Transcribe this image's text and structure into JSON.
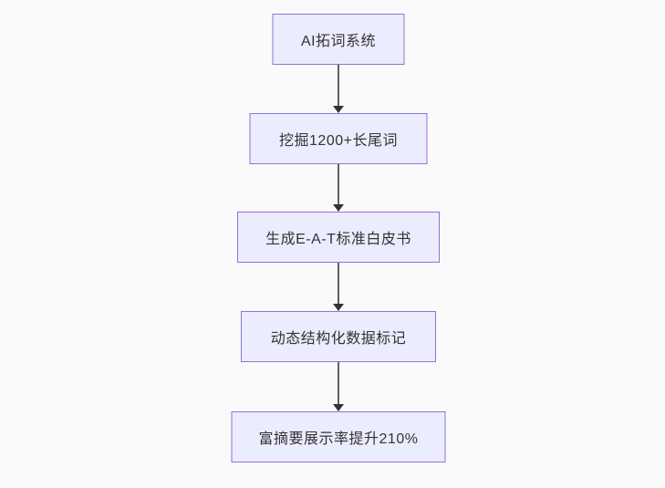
{
  "diagram": {
    "type": "flowchart",
    "direction": "top-to-bottom",
    "colors": {
      "background": "#fafafa",
      "node_fill": "#ececff",
      "node_border": "#9370db",
      "node_text": "#333333",
      "edge_line": "#616161",
      "edge_arrowhead": "#333333"
    },
    "nodes": [
      {
        "label": "AI拓词系统"
      },
      {
        "label": "挖掘1200+长尾词"
      },
      {
        "label": "生成E-A-T标准白皮书"
      },
      {
        "label": "动态结构化数据标记"
      },
      {
        "label": "富摘要展示率提升210%"
      }
    ],
    "edges": [
      {
        "from": 0,
        "to": 1,
        "style": "arrow-down"
      },
      {
        "from": 1,
        "to": 2,
        "style": "arrow-down"
      },
      {
        "from": 2,
        "to": 3,
        "style": "arrow-down"
      },
      {
        "from": 3,
        "to": 4,
        "style": "arrow-down"
      }
    ]
  }
}
